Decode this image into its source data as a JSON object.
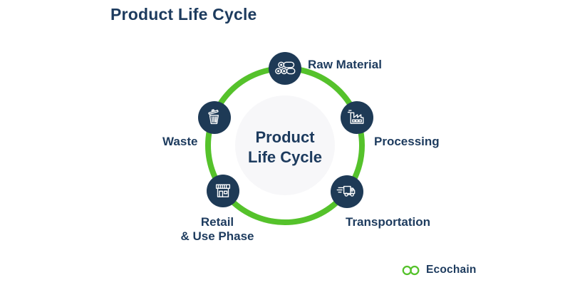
{
  "page": {
    "title": "Product Life Cycle"
  },
  "diagram": {
    "center_label": {
      "line1": "Product",
      "line2": "Life Cycle"
    },
    "nodes": [
      {
        "id": "raw-material",
        "label": "Raw Material",
        "icon": "logs-icon"
      },
      {
        "id": "processing",
        "label": "Processing",
        "icon": "factory-icon"
      },
      {
        "id": "transportation",
        "label": "Transportation",
        "icon": "truck-icon"
      },
      {
        "id": "retail-use-phase",
        "label_line1": "Retail",
        "label_line2": "& Use Phase",
        "icon": "store-icon"
      },
      {
        "id": "waste",
        "label": "Waste",
        "icon": "trash-icon"
      }
    ],
    "colors": {
      "ring_green": "#55c22b",
      "node_navy": "#1e3a56",
      "text_navy": "#1d3b5e",
      "inner_circle": "#f7f7f9",
      "icon_stroke": "#ffffff"
    }
  },
  "footer": {
    "brand": "Ecochain"
  }
}
